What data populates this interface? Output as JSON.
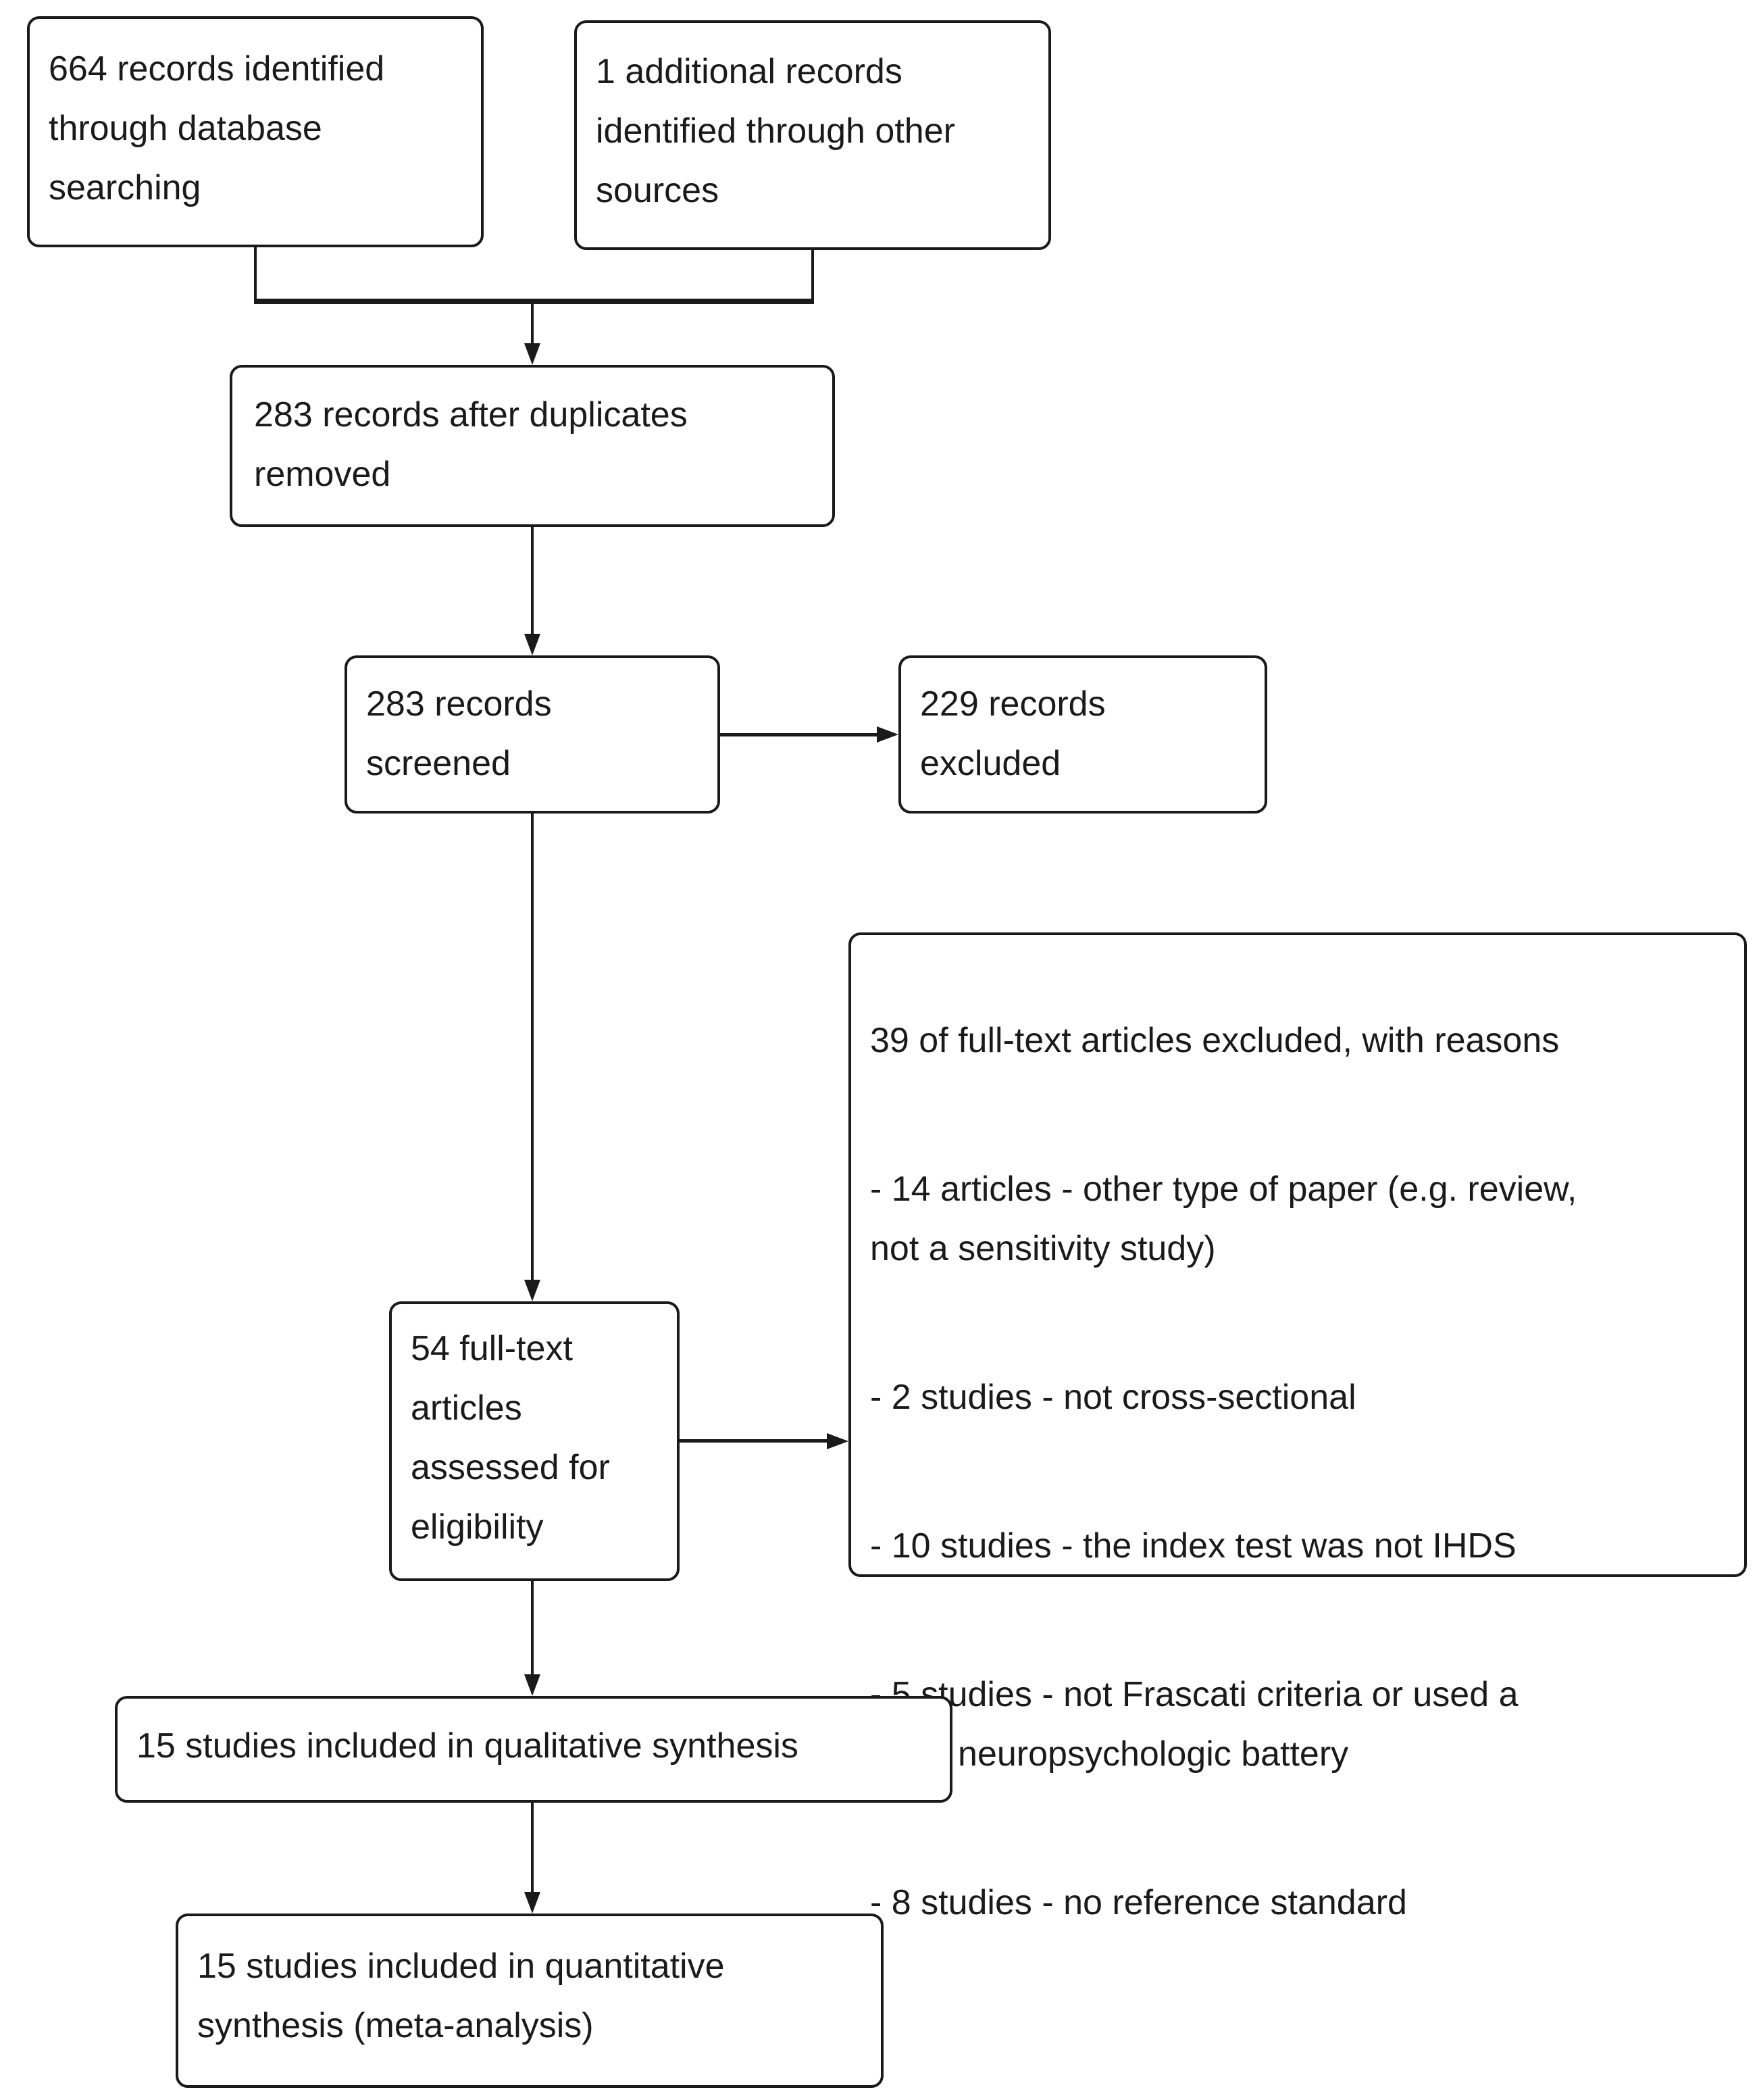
{
  "flowchart": {
    "colors": {
      "border": "#1a1a1a",
      "text": "#1a1a1a",
      "background": "#ffffff"
    },
    "boxes": {
      "database_records": {
        "label": "664 records identified\nthrough database\nsearching"
      },
      "additional_records": {
        "label": "1 additional records\nidentified through other\nsources"
      },
      "after_duplicates": {
        "label": "283 records after duplicates\nremoved"
      },
      "screened": {
        "label": "283 records\nscreened"
      },
      "records_excluded": {
        "label": "229 records\nexcluded"
      },
      "fulltext_assessed": {
        "label": "54 full-text\narticles\nassessed for\neligibility"
      },
      "fulltext_excluded": {
        "title": "39 of full-text articles excluded, with reasons",
        "reasons": [
          "- 14 articles - other type of paper (e.g. review,\nnot a sensitivity study)",
          "- 2 studies - not cross-sectional",
          "- 10 studies - the index test was not IHDS",
          "- 5 studies - not Frascati criteria or used a\nshort neuropsychologic battery",
          "- 8 studies - no reference standard"
        ]
      },
      "qualitative_synthesis": {
        "label": "15 studies included in qualitative synthesis"
      },
      "quantitative_synthesis": {
        "label": "15 studies included in quantitative\nsynthesis (meta-analysis)"
      }
    }
  }
}
